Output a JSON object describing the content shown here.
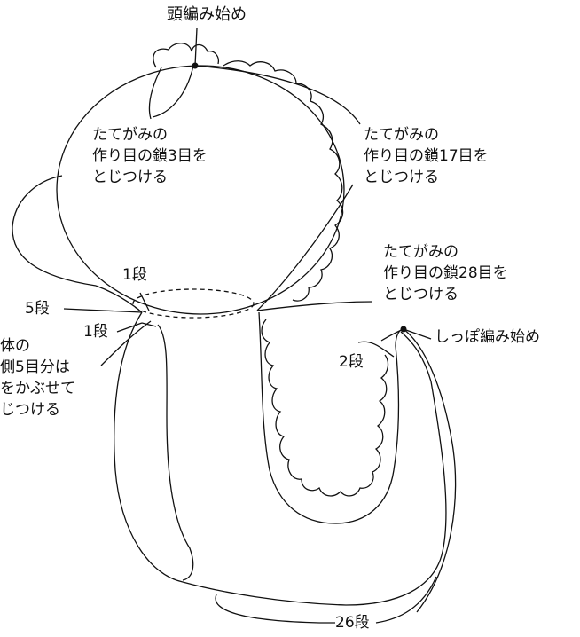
{
  "labels": {
    "head_start": "頭編み始め",
    "mane_left": [
      "たてがみの",
      "作り目の鎖3目を",
      "とじつける"
    ],
    "mane_right": [
      "たてがみの",
      "作り目の鎖17目を",
      "とじつける"
    ],
    "mane_bottom": [
      "たてがみの",
      "作り目の鎖28目を",
      "とじつける"
    ],
    "row1_upper": "1段",
    "row5": "5段",
    "row1_lower": "1段",
    "body_note": [
      "体の",
      "側5目分は",
      "をかぶせて",
      "じつける"
    ],
    "tail_start": "しっぽ編み始め",
    "row2": "2段",
    "row26": "26段"
  },
  "colors": {
    "stroke": "#111111",
    "text": "#111111",
    "background": "#ffffff"
  }
}
